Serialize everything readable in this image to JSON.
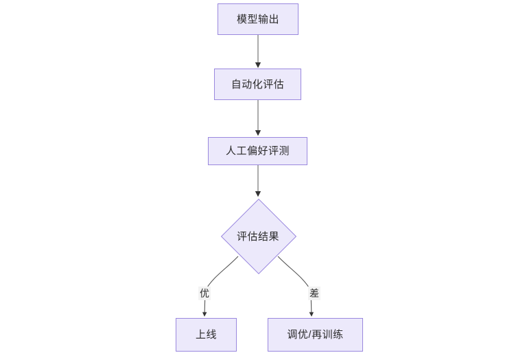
{
  "diagram": {
    "type": "flowchart",
    "direction": "top-to-bottom",
    "background_color": "#ffffff",
    "node_fill_color": "#ECE9FB",
    "node_border_color": "#9A88DE",
    "edge_color": "#888888",
    "arrowhead_color": "#333333",
    "text_color": "#2b2b2b",
    "edge_label_background": "#F3F3F3",
    "nodes": [
      {
        "id": "n1",
        "label": "模型输出",
        "shape": "rectangle"
      },
      {
        "id": "n2",
        "label": "自动化评估",
        "shape": "rectangle"
      },
      {
        "id": "n3",
        "label": "人工偏好评测",
        "shape": "rectangle"
      },
      {
        "id": "n4",
        "label": "评估结果",
        "shape": "diamond"
      },
      {
        "id": "n5",
        "label": "上线",
        "shape": "rectangle"
      },
      {
        "id": "n6",
        "label": "调优/再训练",
        "shape": "rectangle"
      }
    ],
    "edges": [
      {
        "from": "n1",
        "to": "n2",
        "label": ""
      },
      {
        "from": "n2",
        "to": "n3",
        "label": ""
      },
      {
        "from": "n3",
        "to": "n4",
        "label": ""
      },
      {
        "from": "n4",
        "to": "n5",
        "label": "优"
      },
      {
        "from": "n4",
        "to": "n6",
        "label": "差"
      }
    ]
  }
}
